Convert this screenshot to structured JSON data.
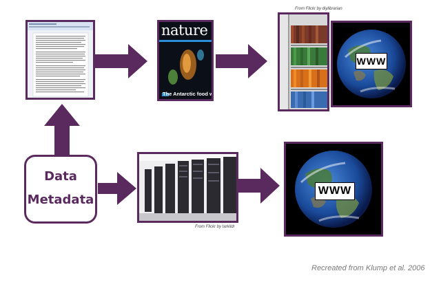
{
  "nodes": {
    "data_box": {
      "line1": "Data",
      "line2": "Metadata"
    },
    "nature_cover": {
      "masthead": "nature",
      "headline": "The Antarctic food web"
    },
    "www_top": {
      "label": "WWW"
    },
    "www_bottom": {
      "label": "WWW"
    }
  },
  "captions": {
    "library": "From Flickr by diylibrarian",
    "servers": "From Flickr by tarkildr"
  },
  "credit": "Recreated from Klump et al. 2006",
  "colors": {
    "accent": "#5a2a5e",
    "border": "#5a2a5e"
  }
}
